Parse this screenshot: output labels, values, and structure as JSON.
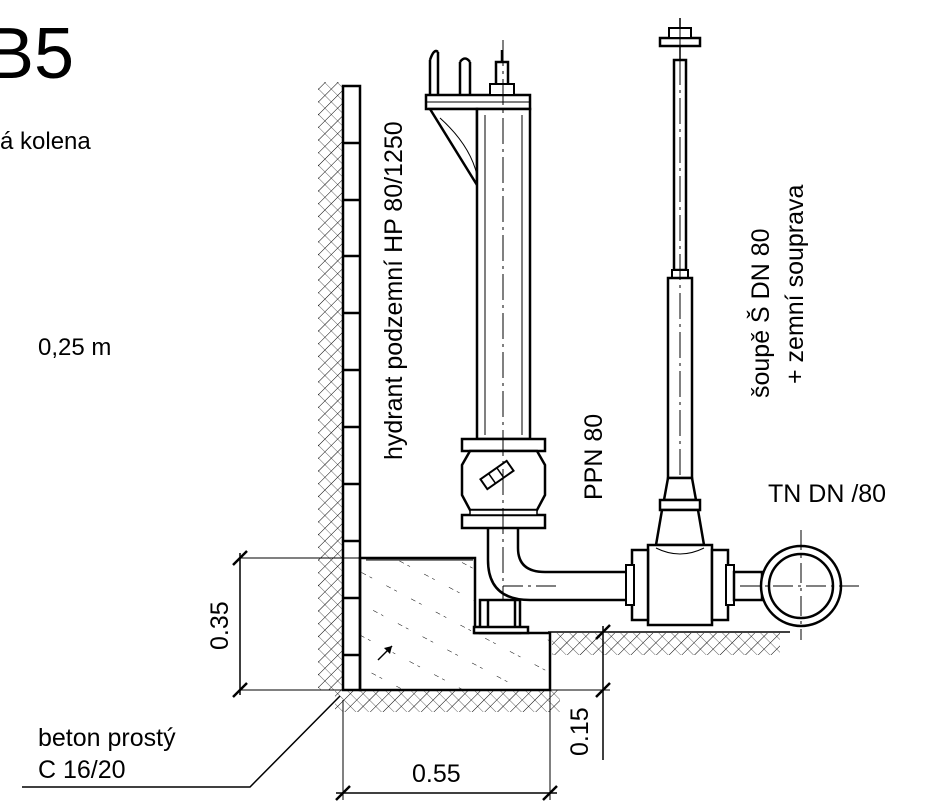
{
  "drawing": {
    "title_fragment": "B5",
    "subtitle_fragment": "á  kolena",
    "depth_note": "0,25  m"
  },
  "labels": {
    "hydrant": "hydrant podzemní HP  80/1250",
    "ppn": "PPN  80",
    "valve_line1": "šoupě  Š  DN  80",
    "valve_line2": "+   zemní souprava",
    "pipe": "TN  DN  /80",
    "concrete_line1": "beton  prostý",
    "concrete_line2": "C  16/20"
  },
  "dimensions": {
    "block_height": "0.35",
    "footing_height": "0.15",
    "block_width": "0.55"
  }
}
